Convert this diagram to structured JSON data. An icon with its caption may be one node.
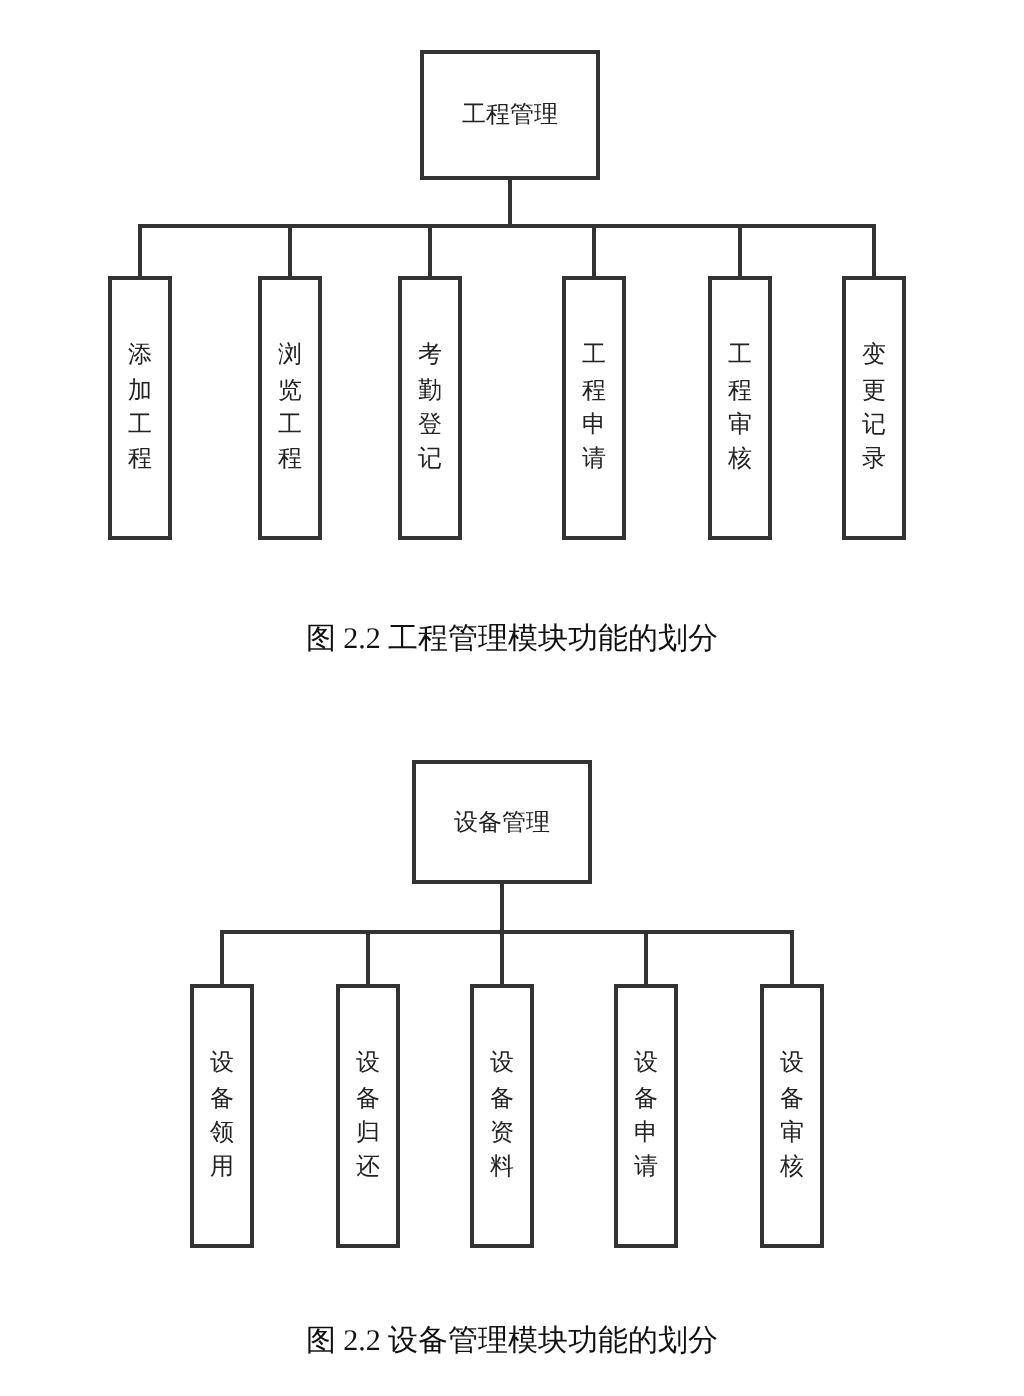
{
  "diagram": {
    "nodes": [
      {
        "text": [
          "工程管理"
        ]
      },
      {
        "text": [
          "添加工程"
        ]
      },
      {
        "text": [
          "浏览工程"
        ]
      },
      {
        "text": [
          "考勤登记"
        ]
      },
      {
        "text": [
          "工程申请"
        ]
      },
      {
        "text": [
          "工程审核"
        ]
      },
      {
        "text": [
          "变更记录"
        ]
      },
      {
        "text": [
          "设备管理"
        ]
      },
      {
        "text": [
          "设备领用"
        ]
      },
      {
        "text": [
          "设备归还"
        ]
      },
      {
        "text": [
          "设备资料"
        ]
      },
      {
        "text": [
          "设备申请"
        ]
      },
      {
        "text": [
          "设备审核"
        ]
      }
    ],
    "edges": [
      {
        "from": 0,
        "to": 1,
        "arrow": "none"
      },
      {
        "from": 0,
        "to": 2,
        "arrow": "none"
      },
      {
        "from": 0,
        "to": 3,
        "arrow": "none"
      },
      {
        "from": 0,
        "to": 4,
        "arrow": "none"
      },
      {
        "from": 0,
        "to": 5,
        "arrow": "none"
      },
      {
        "from": 0,
        "to": 6,
        "arrow": "none"
      },
      {
        "from": 7,
        "to": 8,
        "arrow": "none"
      },
      {
        "from": 7,
        "to": 9,
        "arrow": "none"
      },
      {
        "from": 7,
        "to": 10,
        "arrow": "none"
      },
      {
        "from": 7,
        "to": 11,
        "arrow": "none"
      },
      {
        "from": 7,
        "to": 12,
        "arrow": "none"
      }
    ],
    "labels": [
      "图 2.2 工程管理模块功能的划分",
      "图 2.2 设备管理模块功能的划分"
    ]
  }
}
